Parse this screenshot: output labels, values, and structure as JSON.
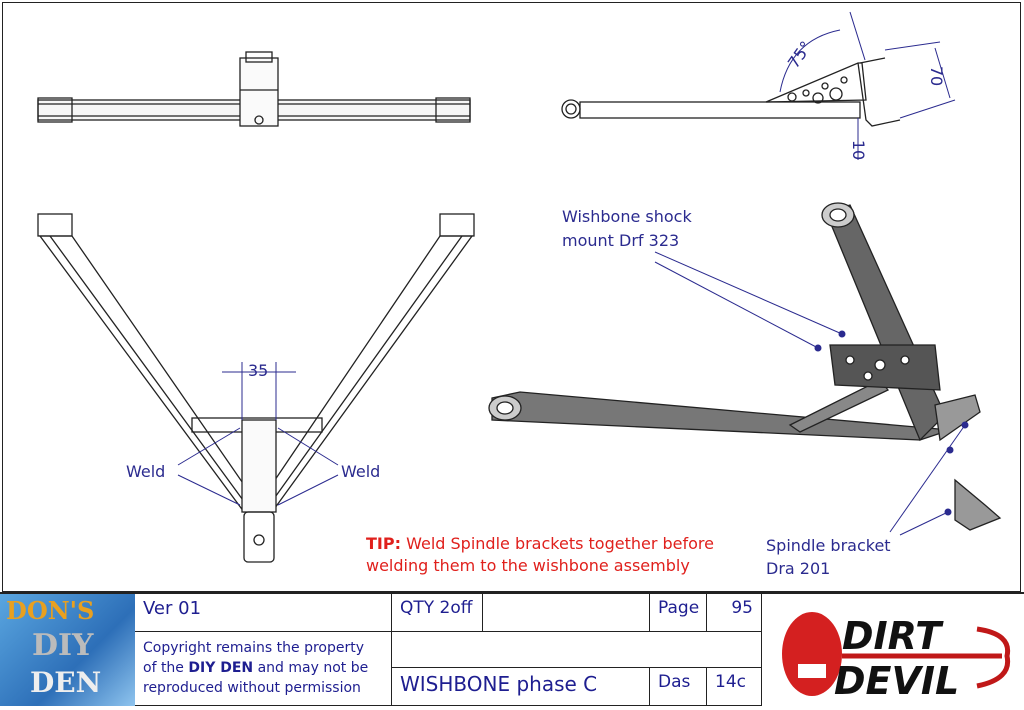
{
  "dimensions": {
    "angle": "75°",
    "height_70": "70",
    "offset_10": "10",
    "width_35": "35"
  },
  "callouts": {
    "shock_mount": [
      "Wishbone shock",
      "mount Drf 323"
    ],
    "spindle": [
      "Spindle bracket",
      "Dra 201"
    ],
    "weld_left": "Weld",
    "weld_right": "Weld"
  },
  "tip": {
    "prefix": "TIP:",
    "line1": "Weld Spindle brackets together before",
    "line2": "welding them to the wishbone assembly"
  },
  "title_block": {
    "version": "Ver   01",
    "qty": "QTY 2off",
    "page_label": "Page",
    "page_value": "95",
    "copyright_1": "Copyright remains the property",
    "copyright_2a": "of the ",
    "copyright_2b": "DIY DEN",
    "copyright_2c": " and may not be",
    "copyright_3": "reproduced without permission",
    "title": "WISHBONE phase C",
    "drawn_label": "Das",
    "drawn_value": "14c"
  },
  "logos": {
    "left": "DON'S DIY DEN",
    "right": "DIRT DEVIL"
  },
  "colors": {
    "annotation": "#2b2b8f",
    "tip": "#e0201c"
  }
}
